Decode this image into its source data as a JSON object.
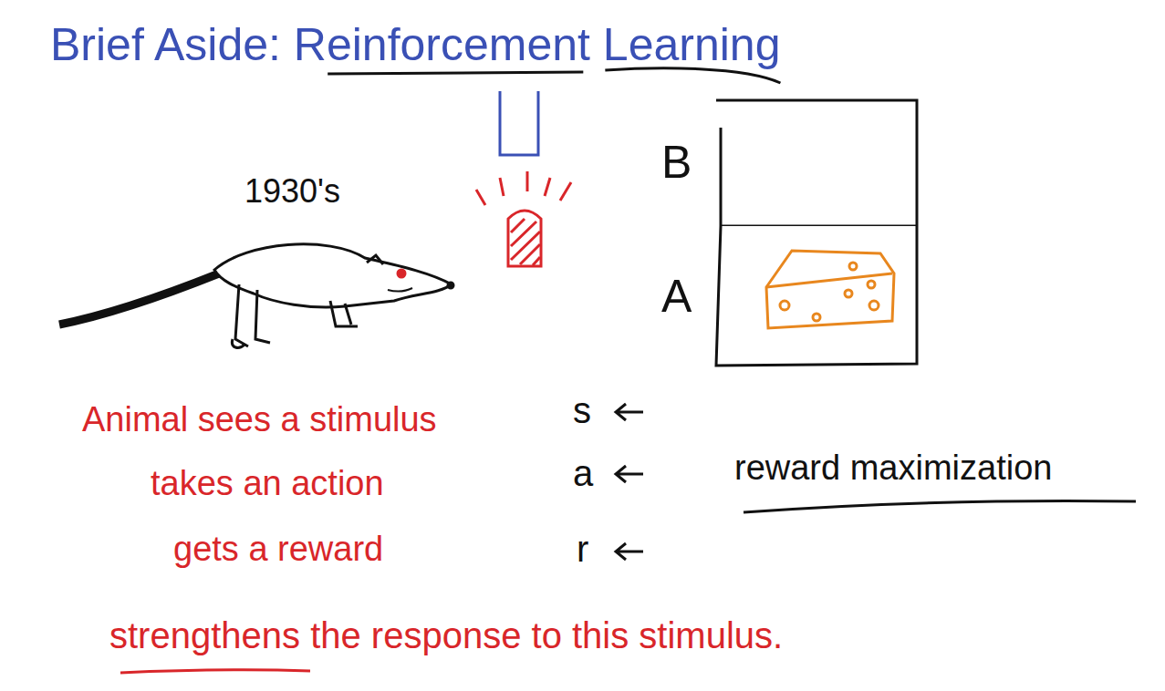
{
  "diagram": {
    "title": "Brief Aside: Reinforcement Learning",
    "nodes": [
      {
        "text": [
          "B"
        ]
      },
      {
        "text": [
          "A"
        ]
      }
    ],
    "labels": [
      "1930's",
      "Animal sees a stimulus",
      "s",
      "takes an action",
      "a",
      "gets a reward",
      "r",
      "reward maximization",
      "strengthens the response to this stimulus."
    ]
  }
}
